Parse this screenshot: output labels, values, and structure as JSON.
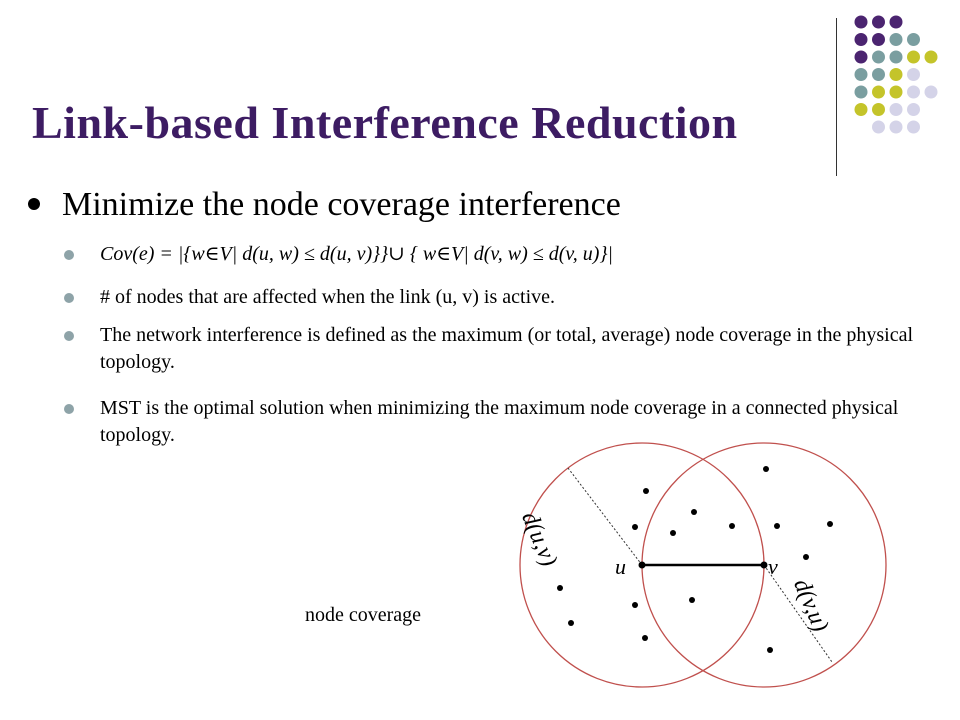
{
  "slide": {
    "title": "Link-based Interference Reduction",
    "main_bullet": "Minimize the node coverage interference",
    "sub_bullets": [
      "Cov(e) = |{w∈V| d(u, w) ≤ d(u, v)}}∪ { w∈V| d(v, w) ≤ d(v, u)}|",
      "# of nodes that are affected when the link (u, v) is active.",
      "The network interference is defined as the maximum (or total, average) node coverage in the physical topology.",
      "MST is the optimal solution when minimizing the maximum node coverage in a connected physical topology."
    ]
  },
  "diagram": {
    "node_u_label": "u",
    "node_v_label": "v",
    "radius_u_label": "d(u,v)",
    "radius_v_label": "d(v,u)",
    "caption": "node coverage",
    "circle_color": "#c0504d"
  },
  "decoration": {
    "dot_colors": {
      "purple": "#4b2470",
      "teal": "#7a9ea0",
      "olive": "#c4c42a",
      "lavender": "#d4d3e8"
    }
  }
}
